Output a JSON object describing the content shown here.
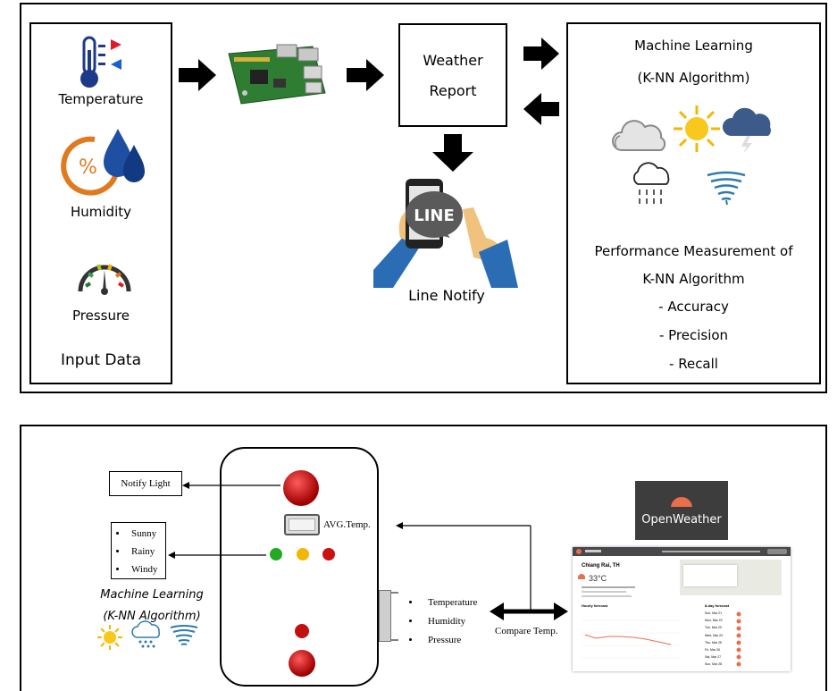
{
  "top": {
    "inputs": [
      {
        "label": "Temperature"
      },
      {
        "label": "Humidity"
      },
      {
        "label": "Pressure"
      }
    ],
    "input_title": "Input Data",
    "weather_report": [
      "Weather",
      "Report"
    ],
    "line_logo": "LINE",
    "line_notify": "Line Notify",
    "ml": {
      "title": "Machine Learning",
      "subtitle": "(K-NN Algorithm)",
      "perf_title_1": "Performance Measurement of",
      "perf_title_2": "K-NN Algorithm",
      "metrics": [
        "- Accuracy",
        "- Precision",
        "- Recall"
      ]
    }
  },
  "bottom": {
    "notify_light": "Notify Light",
    "weather_classes": [
      "Sunny",
      "Rainy",
      "Windy"
    ],
    "ml_title": "Machine Learning",
    "ml_subtitle": "(K-NN Algorithm)",
    "avg_temp": "AVG.Temp.",
    "sensors": [
      "Temperature",
      "Humidity",
      "Pressure"
    ],
    "compare_temp": "Compare Temp.",
    "openweather_logo": "OpenWeather",
    "ow_site": {
      "city": "Chiang Rai, TH",
      "temp": "33°C",
      "hourly_title": "Hourly forecast",
      "daily_title": "8-day forecast",
      "days": [
        "Sun, Mar 21",
        "Mon, Mar 22",
        "Tue, Mar 23",
        "Wed, Mar 24",
        "Thu, Mar 25",
        "Fri, Mar 26",
        "Sat, Mar 27",
        "Sun, Mar 28"
      ]
    }
  },
  "colors": {
    "red_led": "#cc1111",
    "green_led": "#22aa22",
    "yellow_led": "#f2b705",
    "hand_sleeve": "#2a6db5",
    "ow_bg": "#3d3d3d",
    "ow_orange": "#eb6e4b",
    "pcb_green": "#2f7d32"
  }
}
